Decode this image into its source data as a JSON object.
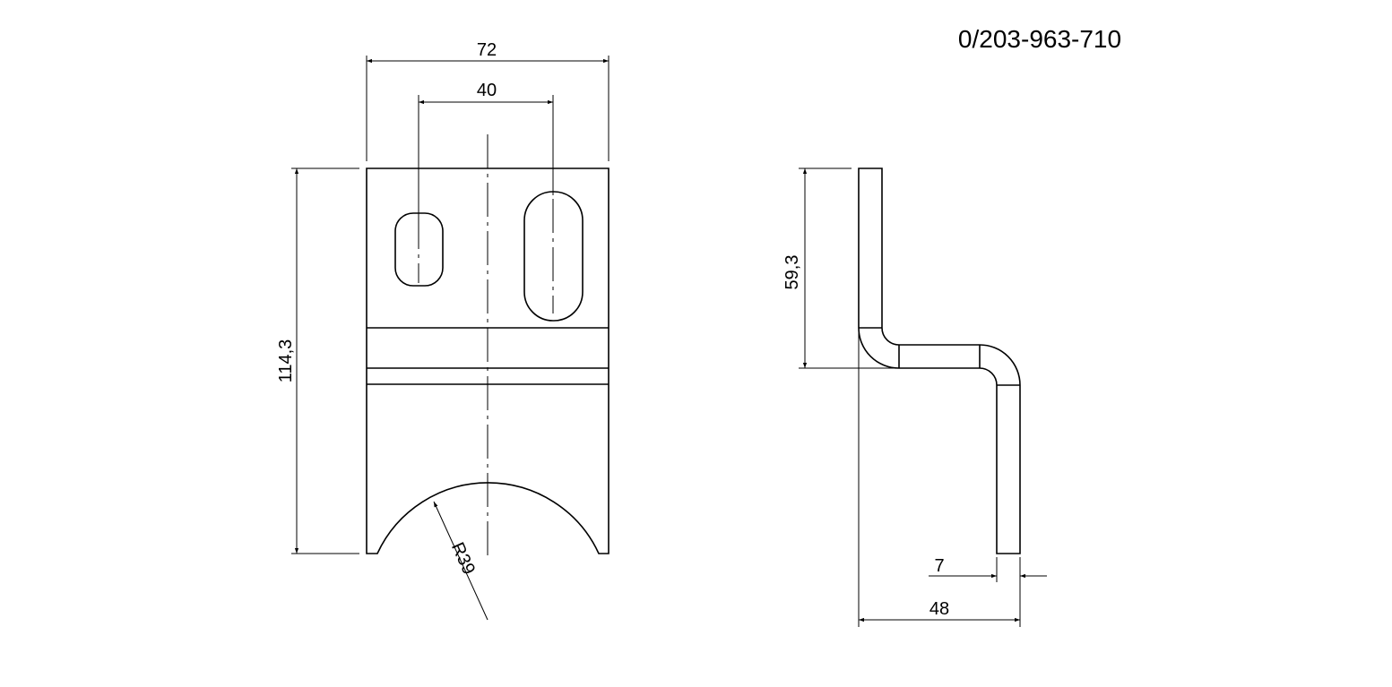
{
  "part_number": "0/203-963-710",
  "dimensions": {
    "overall_width": "72",
    "hole_spacing": "40",
    "overall_height": "114,3",
    "radius": "R39",
    "bend_height": "59,3",
    "thickness": "7",
    "depth": "48"
  }
}
